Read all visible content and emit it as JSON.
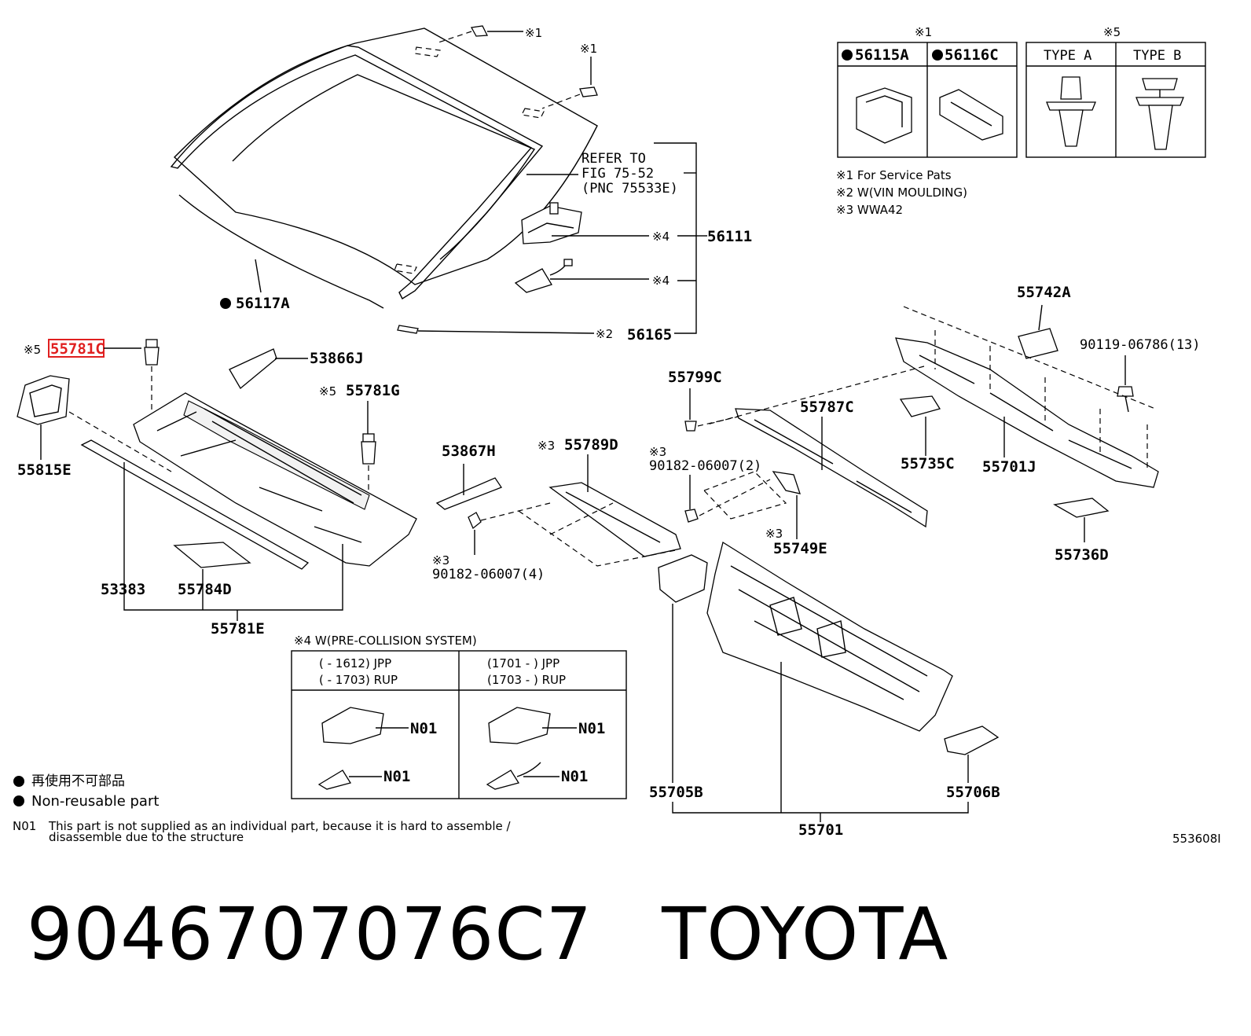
{
  "parts": {
    "p56117A": "56117A",
    "p56111": "56111",
    "p56165": "56165",
    "p55781C": "55781C",
    "p53866J": "53866J",
    "p55781G": "55781G",
    "p55815E": "55815E",
    "p53383": "53383",
    "p55784D": "55784D",
    "p55781E": "55781E",
    "p53867H": "53867H",
    "p55789D": "55789D",
    "p90182a": "90182-06007(4)",
    "p90182b": "90182-06007(2)",
    "p55799C": "55799C",
    "p55787C": "55787C",
    "p55749E": "55749E",
    "p55735C": "55735C",
    "p55742A": "55742A",
    "p90119": "90119-06786(13)",
    "p55701J": "55701J",
    "p55736D": "55736D",
    "p55705B": "55705B",
    "p55706B": "55706B",
    "p55701": "55701",
    "p56115A": "56115A",
    "p56116C": "56116C"
  },
  "marks": {
    "m1": "※1",
    "m2": "※2",
    "m3": "※3",
    "m4": "※4",
    "m5": "※5"
  },
  "refer": {
    "line1": "REFER TO",
    "line2": "FIG 75-52",
    "line3": "(PNC 75533E)"
  },
  "clip_table": {
    "type_a": "TYPE A",
    "type_b": "TYPE B"
  },
  "notes": {
    "n1": "※1 For Service Pats",
    "n2": "※2 W(VIN MOULDING)",
    "n3": "※3 WWA42"
  },
  "pcs_table": {
    "title": "※4 W(PRE-COLLISION SYSTEM)",
    "left_row1": "(      - 1612) JPP",
    "left_row2": "(      - 1703) RUP",
    "right_row1": "(1701 -      ) JPP",
    "right_row2": "(1703 -      ) RUP",
    "n01": "N01"
  },
  "legend": {
    "nonreusable_jp": "再使用不可部品",
    "nonreusable_en": "Non-reusable part",
    "n01_code": "N01",
    "n01_line1": "This part is not supplied as an individual part, because it is hard to assemble /",
    "n01_line2": "disassemble due to the structure"
  },
  "diagram_id": "553608I",
  "footer": {
    "part_number": "9046707076C7",
    "brand": "TOYOTA"
  },
  "colors": {
    "highlight": "#e02020",
    "ink": "#000000"
  }
}
